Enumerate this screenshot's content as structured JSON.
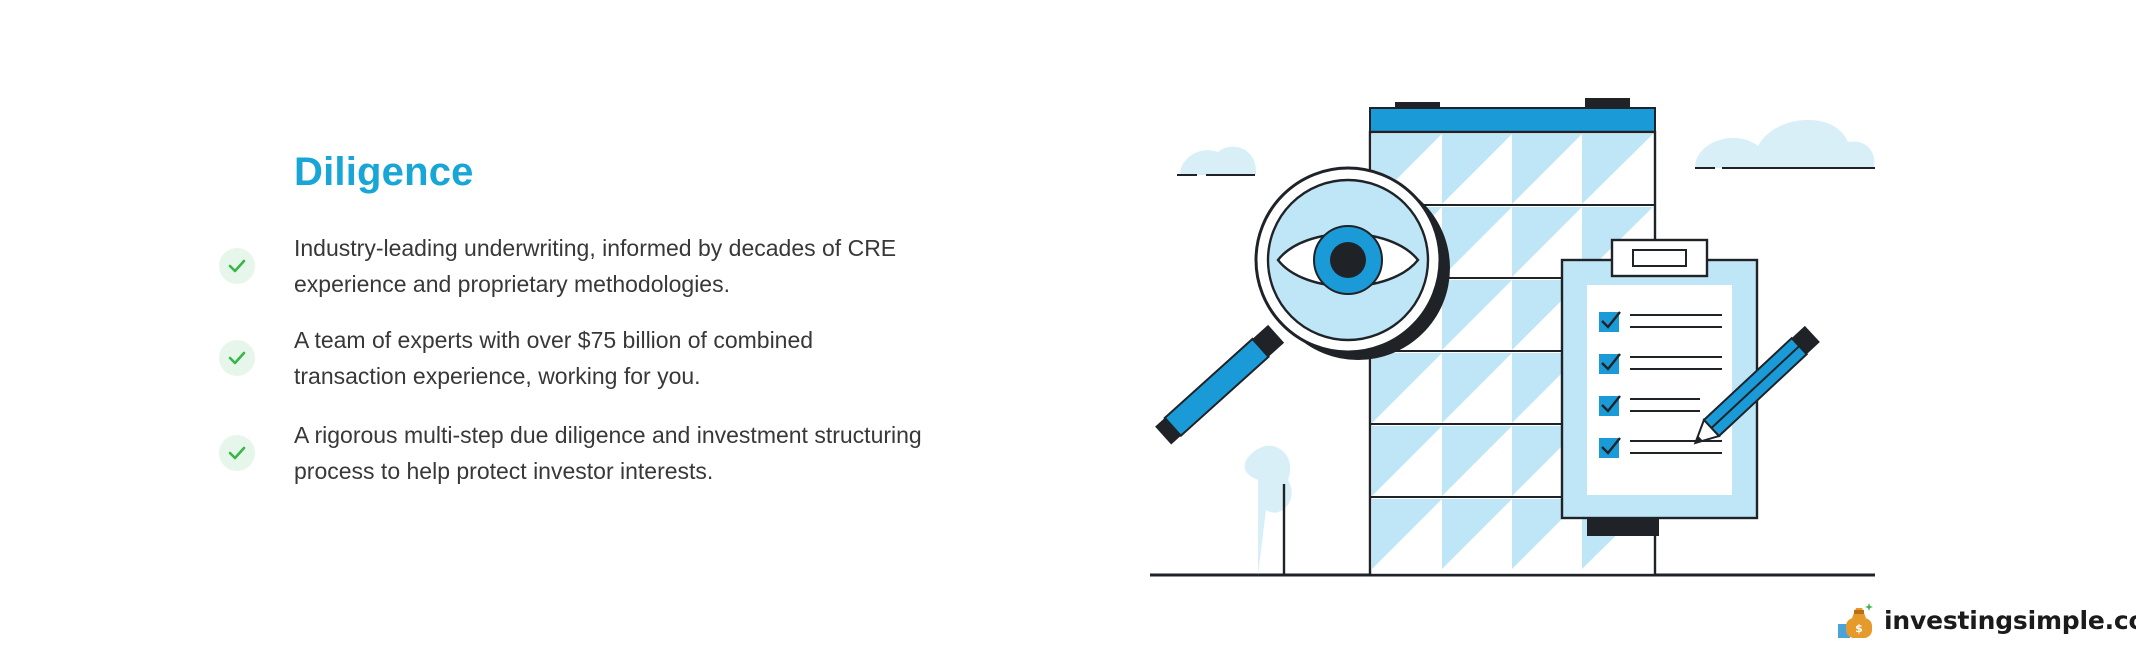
{
  "section": {
    "title": "Diligence",
    "features": [
      {
        "icon": "check-icon",
        "lines": [
          "Industry-leading underwriting, informed by decades of CRE",
          "experience and proprietary methodologies."
        ]
      },
      {
        "icon": "check-icon",
        "lines": [
          "A team of experts with over $75 billion of combined",
          "transaction experience, working for you."
        ]
      },
      {
        "icon": "check-icon",
        "lines": [
          "A rigorous multi-step due diligence and investment structuring",
          "process to help protect investor interests."
        ]
      }
    ]
  },
  "brand": {
    "name": "investingsimple.com",
    "logo": "money-bag-icon"
  },
  "colors": {
    "accent": "#18a6d6",
    "text": "#383838",
    "check_bg": "#e7f6ea",
    "check_mark": "#39b54a",
    "light_blue": "#bfe6f7",
    "mid_blue": "#1a9ad6",
    "dark": "#1f2328"
  }
}
